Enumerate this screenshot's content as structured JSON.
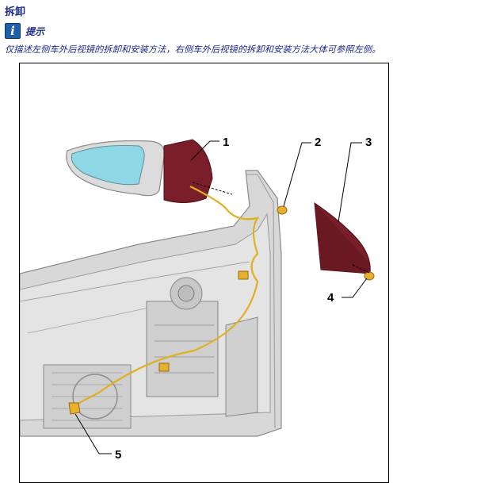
{
  "section": {
    "title": "拆卸"
  },
  "note": {
    "icon": "info-icon",
    "label": "提示"
  },
  "description": "仅描述左侧车外后视镜的拆卸和安装方法，右侧车外后视镜的拆卸和安装方法大体可参照左侧。",
  "figure": {
    "callouts": [
      "1",
      "2",
      "3",
      "4",
      "5"
    ],
    "colors": {
      "mirror_cover": "#7a1e2a",
      "mirror_glass": "#8ed8e6",
      "wiring": "#e0b020",
      "door_panel": "#dcdcdc"
    }
  }
}
